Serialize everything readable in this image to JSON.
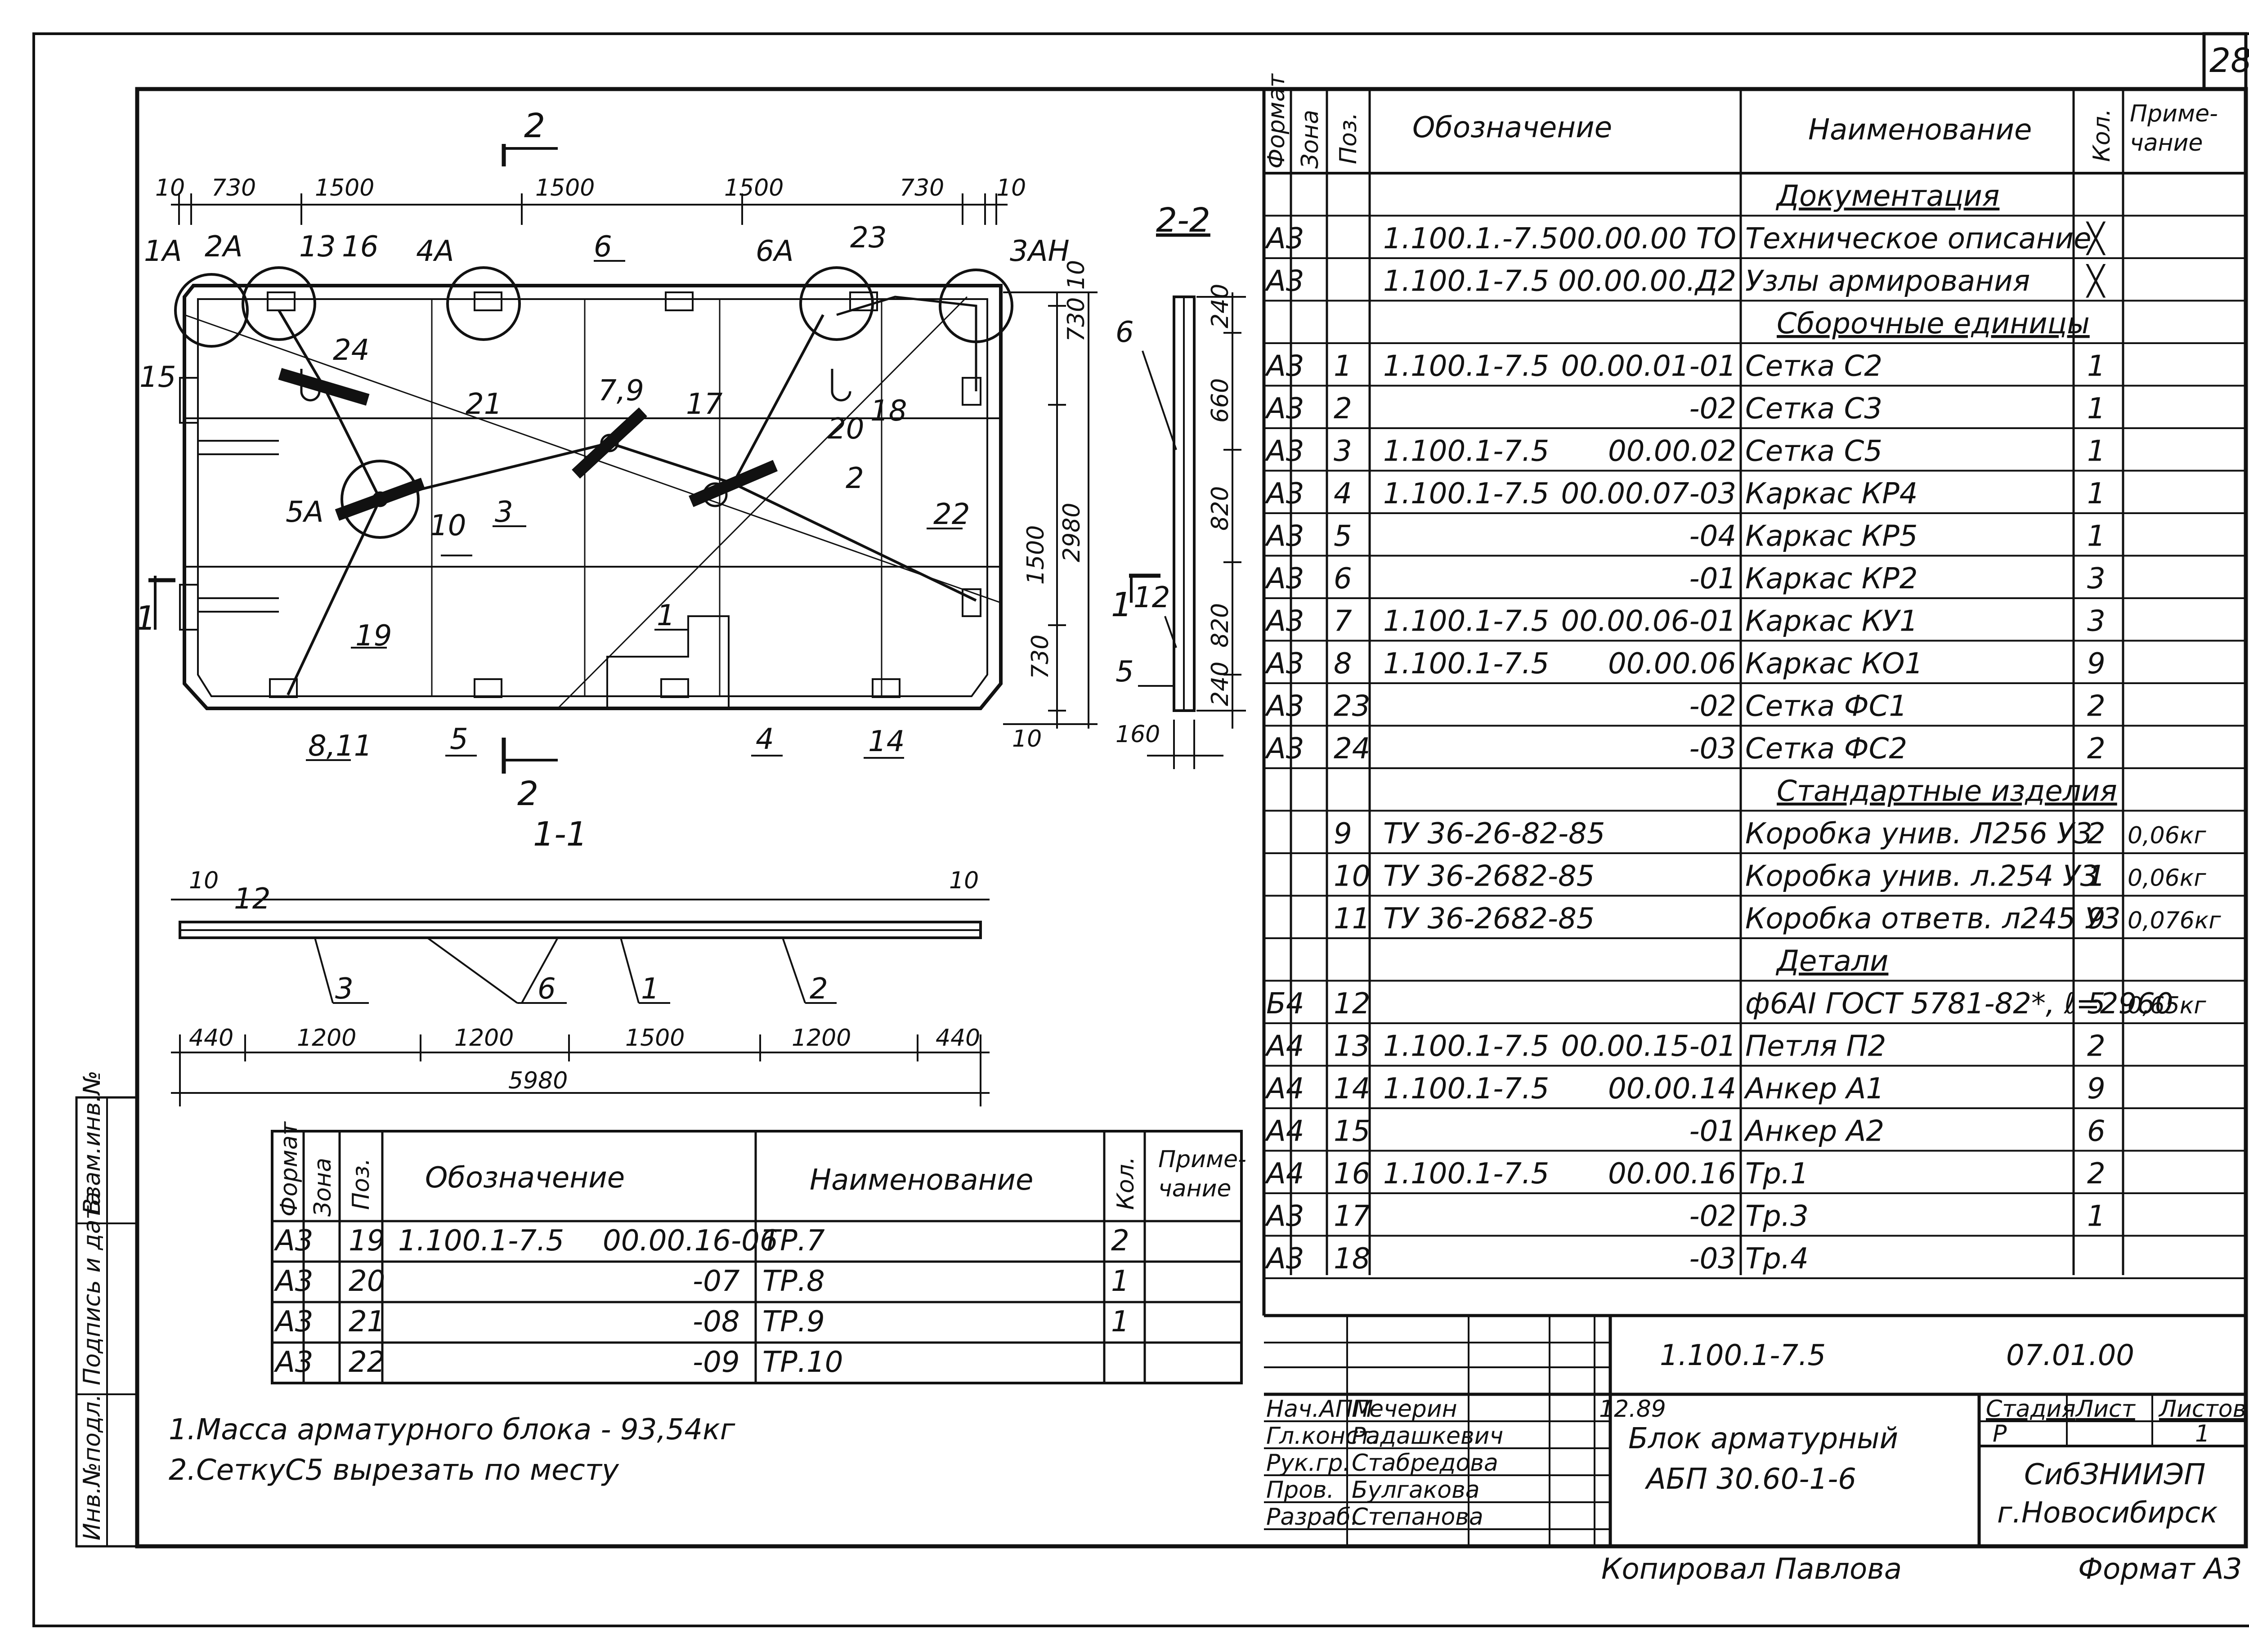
{
  "sheet": {
    "number": "28"
  },
  "binding_strip": [
    "Взам.инв.№",
    "Подпись и дата",
    "Инв.№подл."
  ],
  "plan": {
    "section_mark": "2",
    "section_mark_left": "1",
    "dims_top": [
      "10",
      "730",
      "1500",
      "1500",
      "1500",
      "730",
      "10"
    ],
    "dims_right": [
      "730 10",
      "",
      "1500",
      "730",
      "2980",
      "10"
    ],
    "labels": [
      "1A",
      "2A",
      "13",
      "16",
      "4A",
      "6",
      "6A",
      "23",
      "3AH",
      "15",
      "24",
      "21",
      "7,9",
      "17",
      "18",
      "20",
      "2",
      "22",
      "5A",
      "10",
      "3",
      "1",
      "19",
      "8,11",
      "5",
      "4",
      "14"
    ]
  },
  "section_22": {
    "title": "2-2",
    "dims": [
      "240",
      "660",
      "820",
      "820",
      "240",
      "160"
    ],
    "labels": [
      "6",
      "12",
      "5"
    ]
  },
  "section_11": {
    "title": "1-1",
    "dims_top": [
      "10",
      "10"
    ],
    "labels": [
      "12",
      "3",
      "6",
      "1",
      "2"
    ],
    "dims_bottom": [
      "440",
      "1200",
      "1200",
      "1500",
      "1200",
      "440",
      "5980"
    ]
  },
  "small_table": {
    "headers": [
      "Формат",
      "Зона",
      "Поз.",
      "Обозначение",
      "Наименование",
      "Кол.",
      "Приме-",
      "чание"
    ],
    "rows": [
      {
        "format": "А3",
        "pos": "19",
        "doc": "1.100.1-7.5",
        "code": "00.00.16-06",
        "name": "ТР.7",
        "qty": "2"
      },
      {
        "format": "А3",
        "pos": "20",
        "code": "-07",
        "name": "ТР.8",
        "qty": "1"
      },
      {
        "format": "А3",
        "pos": "21",
        "code": "-08",
        "name": "ТР.9",
        "qty": "1"
      },
      {
        "format": "А3",
        "pos": "22",
        "code": "-09",
        "name": "ТР.10"
      }
    ]
  },
  "notes": [
    "1.Масса арматурного блока - 93,54кг",
    "2.СеткуС5 вырезать по месту"
  ],
  "main_table": {
    "headers": [
      "Формат",
      "Зона",
      "Поз.",
      "Обозначение",
      "Наименование",
      "Кол.",
      "Приме-",
      "чание"
    ],
    "rows": [
      {
        "section": "Документация"
      },
      {
        "format": "А3",
        "doc": "1.100.1.-7.5",
        "code": "00.00.00 ТО",
        "name": "Техническое описание",
        "qty": "╳"
      },
      {
        "format": "А3",
        "doc": "1.100.1-7.5",
        "code": "00.00.00.Д2",
        "name": "Узлы армирования",
        "qty": "╳"
      },
      {
        "section": "Сборочные единицы"
      },
      {
        "format": "А3",
        "pos": "1",
        "doc": "1.100.1-7.5",
        "code": "00.00.01-01",
        "name": "Сетка С2",
        "qty": "1"
      },
      {
        "format": "А3",
        "pos": "2",
        "code": "-02",
        "name": "Сетка С3",
        "qty": "1"
      },
      {
        "format": "А3",
        "pos": "3",
        "doc": "1.100.1-7.5",
        "code": "00.00.02",
        "name": "Сетка С5",
        "qty": "1"
      },
      {
        "format": "А3",
        "pos": "4",
        "doc": "1.100.1-7.5",
        "code": "00.00.07-03",
        "name": "Каркас КР4",
        "qty": "1"
      },
      {
        "format": "А3",
        "pos": "5",
        "code": "-04",
        "name": "Каркас КР5",
        "qty": "1"
      },
      {
        "format": "А3",
        "pos": "6",
        "code": "-01",
        "name": "Каркас КР2",
        "qty": "3"
      },
      {
        "format": "А3",
        "pos": "7",
        "doc": "1.100.1-7.5",
        "code": "00.00.06-01",
        "name": "Каркас КУ1",
        "qty": "3"
      },
      {
        "format": "А3",
        "pos": "8",
        "doc": "1.100.1-7.5",
        "code": "00.00.06",
        "name": "Каркас КО1",
        "qty": "9"
      },
      {
        "format": "А3",
        "pos": "23",
        "code": "-02",
        "name": "Сетка ФС1",
        "qty": "2"
      },
      {
        "format": "А3",
        "pos": "24",
        "code": "-03",
        "name": "Сетка ФС2",
        "qty": "2"
      },
      {
        "section": "Стандартные изделия"
      },
      {
        "pos": "9",
        "doc": "ТУ 36-26-82-85",
        "name": "Коробка унив. Л256 У3",
        "qty": "2",
        "note": "0,06кг"
      },
      {
        "pos": "10",
        "doc": "ТУ 36-2682-85",
        "name": "Коробка унив. л.254 У3",
        "qty": "1",
        "note": "0,06кг"
      },
      {
        "pos": "11",
        "doc": "ТУ 36-2682-85",
        "name": "Коробка ответв. л245 У3",
        "qty": "9",
        "note": "0,076кг"
      },
      {
        "section": "Детали"
      },
      {
        "format": "Б4",
        "pos": "12",
        "name": "ф6АI ГОСТ 5781-82*, ℓ=2960",
        "qty": "5",
        "note": "0,65кг"
      },
      {
        "format": "А4",
        "pos": "13",
        "doc": "1.100.1-7.5",
        "code": "00.00.15-01",
        "name": "Петля П2",
        "qty": "2"
      },
      {
        "format": "А4",
        "pos": "14",
        "doc": "1.100.1-7.5",
        "code": "00.00.14",
        "name": "Анкер А1",
        "qty": "9"
      },
      {
        "format": "А4",
        "pos": "15",
        "code": "-01",
        "name": "Анкер А2",
        "qty": "6"
      },
      {
        "format": "А4",
        "pos": "16",
        "doc": "1.100.1-7.5",
        "code": "00.00.16",
        "name": "Тр.1",
        "qty": "2"
      },
      {
        "format": "А3",
        "pos": "17",
        "code": "-02",
        "name": "Тр.3",
        "qty": "1"
      },
      {
        "format": "А3",
        "pos": "18",
        "code": "-03",
        "name": "Тр.4"
      }
    ]
  },
  "title_block": {
    "doc_code": "1.100.1-7.5",
    "doc_number": "07.01.00",
    "product_line1": "Блок арматурный",
    "product_line2": "АБП 30.60-1-6",
    "stage_label": "Стадия",
    "sheet_label": "Лист",
    "sheets_label": "Листов",
    "stage": "Р",
    "sheets": "1",
    "org": "СибЗНИИЭП",
    "city": "г.Новосибирск",
    "date": "12.89",
    "signers": [
      {
        "role": "Нач.АПМ",
        "name": "Печерин"
      },
      {
        "role": "Гл.конст.",
        "name": "Радашкевич"
      },
      {
        "role": "Рук.гр.",
        "name": "Стабредова"
      },
      {
        "role": "Пров.",
        "name": "Булгакова"
      },
      {
        "role": "Разраб.",
        "name": "Степанова"
      }
    ],
    "copied": "Копировал  Павлова",
    "format": "Формат А3"
  }
}
